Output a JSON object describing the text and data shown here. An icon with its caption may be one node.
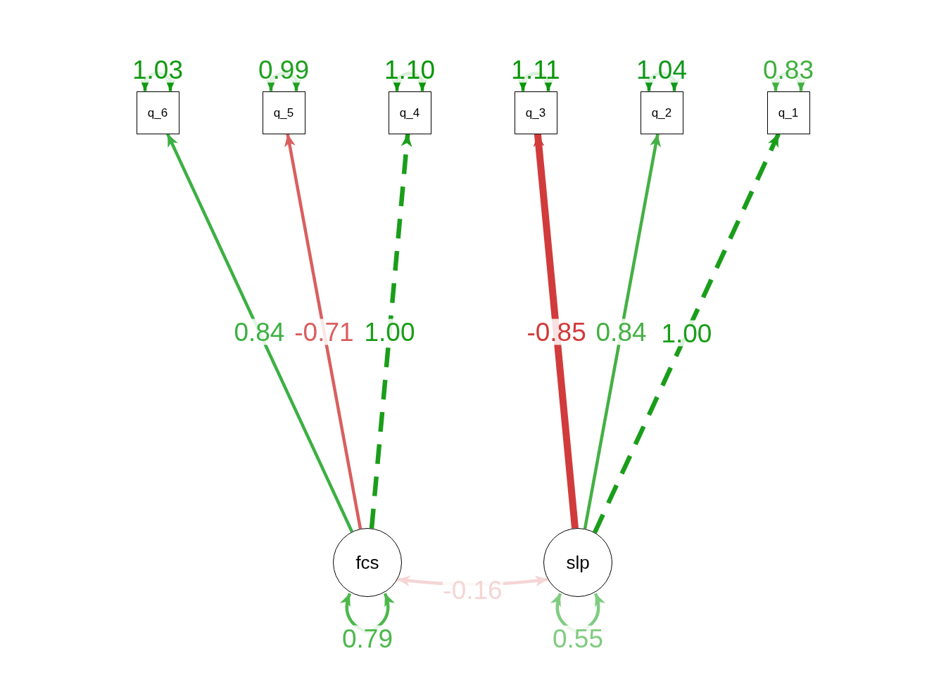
{
  "diagram": {
    "nodes": [
      {
        "text": [
          "q_6"
        ]
      },
      {
        "text": [
          "q_5"
        ]
      },
      {
        "text": [
          "q_4"
        ]
      },
      {
        "text": [
          "q_3"
        ]
      },
      {
        "text": [
          "q_2"
        ]
      },
      {
        "text": [
          "q_1"
        ]
      },
      {
        "text": [
          "fcs"
        ]
      },
      {
        "text": [
          "slp"
        ]
      }
    ],
    "edges": [
      {
        "from": 6,
        "to": 0,
        "arrow": "to",
        "label": "0.84",
        "color": "#3cb043"
      },
      {
        "from": 6,
        "to": 1,
        "arrow": "to",
        "label": "-0.71",
        "color": "#d95f5f"
      },
      {
        "from": 6,
        "to": 2,
        "arrow": "to",
        "label": "1.00",
        "style": "dashed",
        "color": "#1a9e1a"
      },
      {
        "from": 7,
        "to": 3,
        "arrow": "to",
        "label": "-0.85",
        "style": "thick",
        "color": "#d13b3b"
      },
      {
        "from": 7,
        "to": 4,
        "arrow": "to",
        "label": "0.84",
        "color": "#45b045"
      },
      {
        "from": 7,
        "to": 5,
        "arrow": "to",
        "label": "1.00",
        "style": "dashed",
        "color": "#1a9e1a"
      },
      {
        "from": 0,
        "to": 0,
        "arrow": "both",
        "label": "1.03",
        "color": "#109a10"
      },
      {
        "from": 1,
        "to": 1,
        "arrow": "both",
        "label": "0.99",
        "color": "#22a022"
      },
      {
        "from": 2,
        "to": 2,
        "arrow": "both",
        "label": "1.10",
        "color": "#0a960a"
      },
      {
        "from": 3,
        "to": 3,
        "arrow": "both",
        "label": "1.11",
        "color": "#0a960a"
      },
      {
        "from": 4,
        "to": 4,
        "arrow": "both",
        "label": "1.04",
        "color": "#10981a"
      },
      {
        "from": 5,
        "to": 5,
        "arrow": "both",
        "label": "0.83",
        "color": "#40b040"
      },
      {
        "from": 6,
        "to": 6,
        "arrow": "both",
        "label": "0.79",
        "color": "#4cb84c"
      },
      {
        "from": 7,
        "to": 7,
        "arrow": "both",
        "label": "0.55",
        "color": "#80cc80"
      },
      {
        "from": 6,
        "to": 7,
        "arrow": "both",
        "label": "-0.16",
        "color": "#f5d5d5"
      }
    ]
  }
}
